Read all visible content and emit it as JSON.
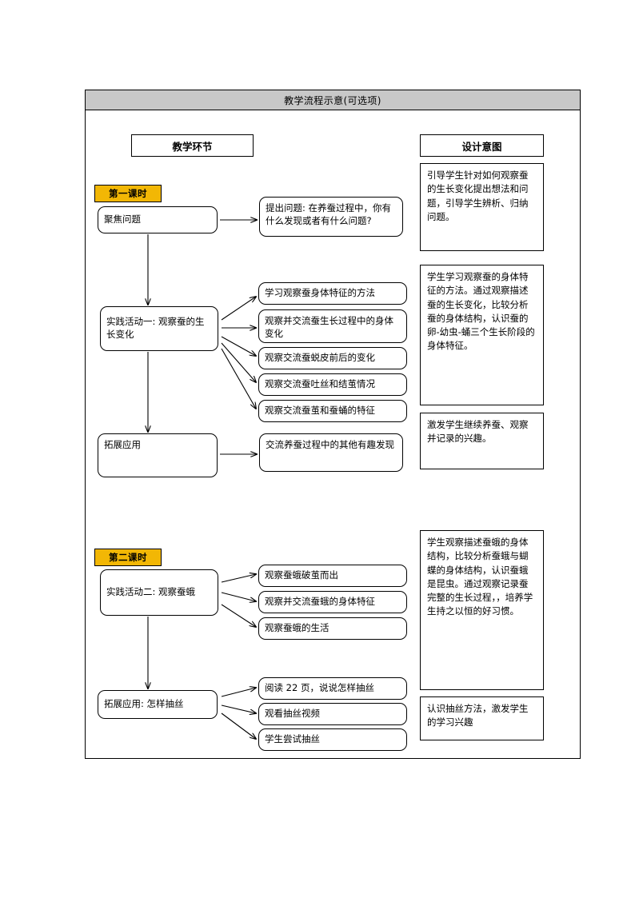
{
  "table": {
    "header_title": "教学流程示意(可选项)",
    "column_headers": {
      "left": "教学环节",
      "right": "设计意图"
    }
  },
  "sessions": [
    {
      "badge": "第一课时",
      "steps": [
        {
          "name": "focus-question",
          "label": "聚焦问题",
          "detail": "提出问题: 在养蚕过程中，你有什么发现或者有什么问题?"
        },
        {
          "name": "activity-one",
          "label": "实践活动一: 观察蚕的生长变化",
          "details": [
            "学习观察蚕身体特征的方法",
            "观察并交流蚕生长过程中的身体变化",
            "观察交流蚕蜕皮前后的变化",
            "观察交流蚕吐丝和结茧情况",
            "观察交流蚕茧和蚕蛹的特征"
          ]
        },
        {
          "name": "extension-one",
          "label": "拓展应用",
          "detail": "交流养蚕过程中的其他有趣发现"
        }
      ]
    },
    {
      "badge": "第二课时",
      "steps": [
        {
          "name": "activity-two",
          "label": "实践活动二: 观察蚕蛾",
          "details": [
            "观察蚕蛾破茧而出",
            "观察并交流蚕蛾的身体特征",
            "观察蚕蛾的生活"
          ]
        },
        {
          "name": "extension-two",
          "label": "拓展应用: 怎样抽丝",
          "details": [
            "阅读 22 页，说说怎样抽丝",
            "观看抽丝视频",
            "学生尝试抽丝"
          ]
        }
      ]
    }
  ],
  "intents": [
    "引导学生针对如何观察蚕的生长变化提出想法和问题，引导学生辨析、归纳问题。",
    "学生学习观察蚕的身体特征的方法。通过观察描述蚕的生长变化，比较分析蚕的身体结构，认识蚕的卵-幼虫-蛹三个生长阶段的身体特征。",
    "激发学生继续养蚕、观察并记录的兴趣。",
    "学生观察描述蚕蛾的身体结构，比较分析蚕蛾与蝴蝶的身体结构，认识蚕蛾是昆虫。通过观察记录蚕完整的生长过程，，培养学生持之以恒的好习惯。",
    "认识抽丝方法，激发学生的学习兴趣"
  ],
  "colors": {
    "header_bg": "#c8c8c8",
    "badge_bg": "#f2b705",
    "line": "#000000",
    "page_bg": "#ffffff"
  }
}
